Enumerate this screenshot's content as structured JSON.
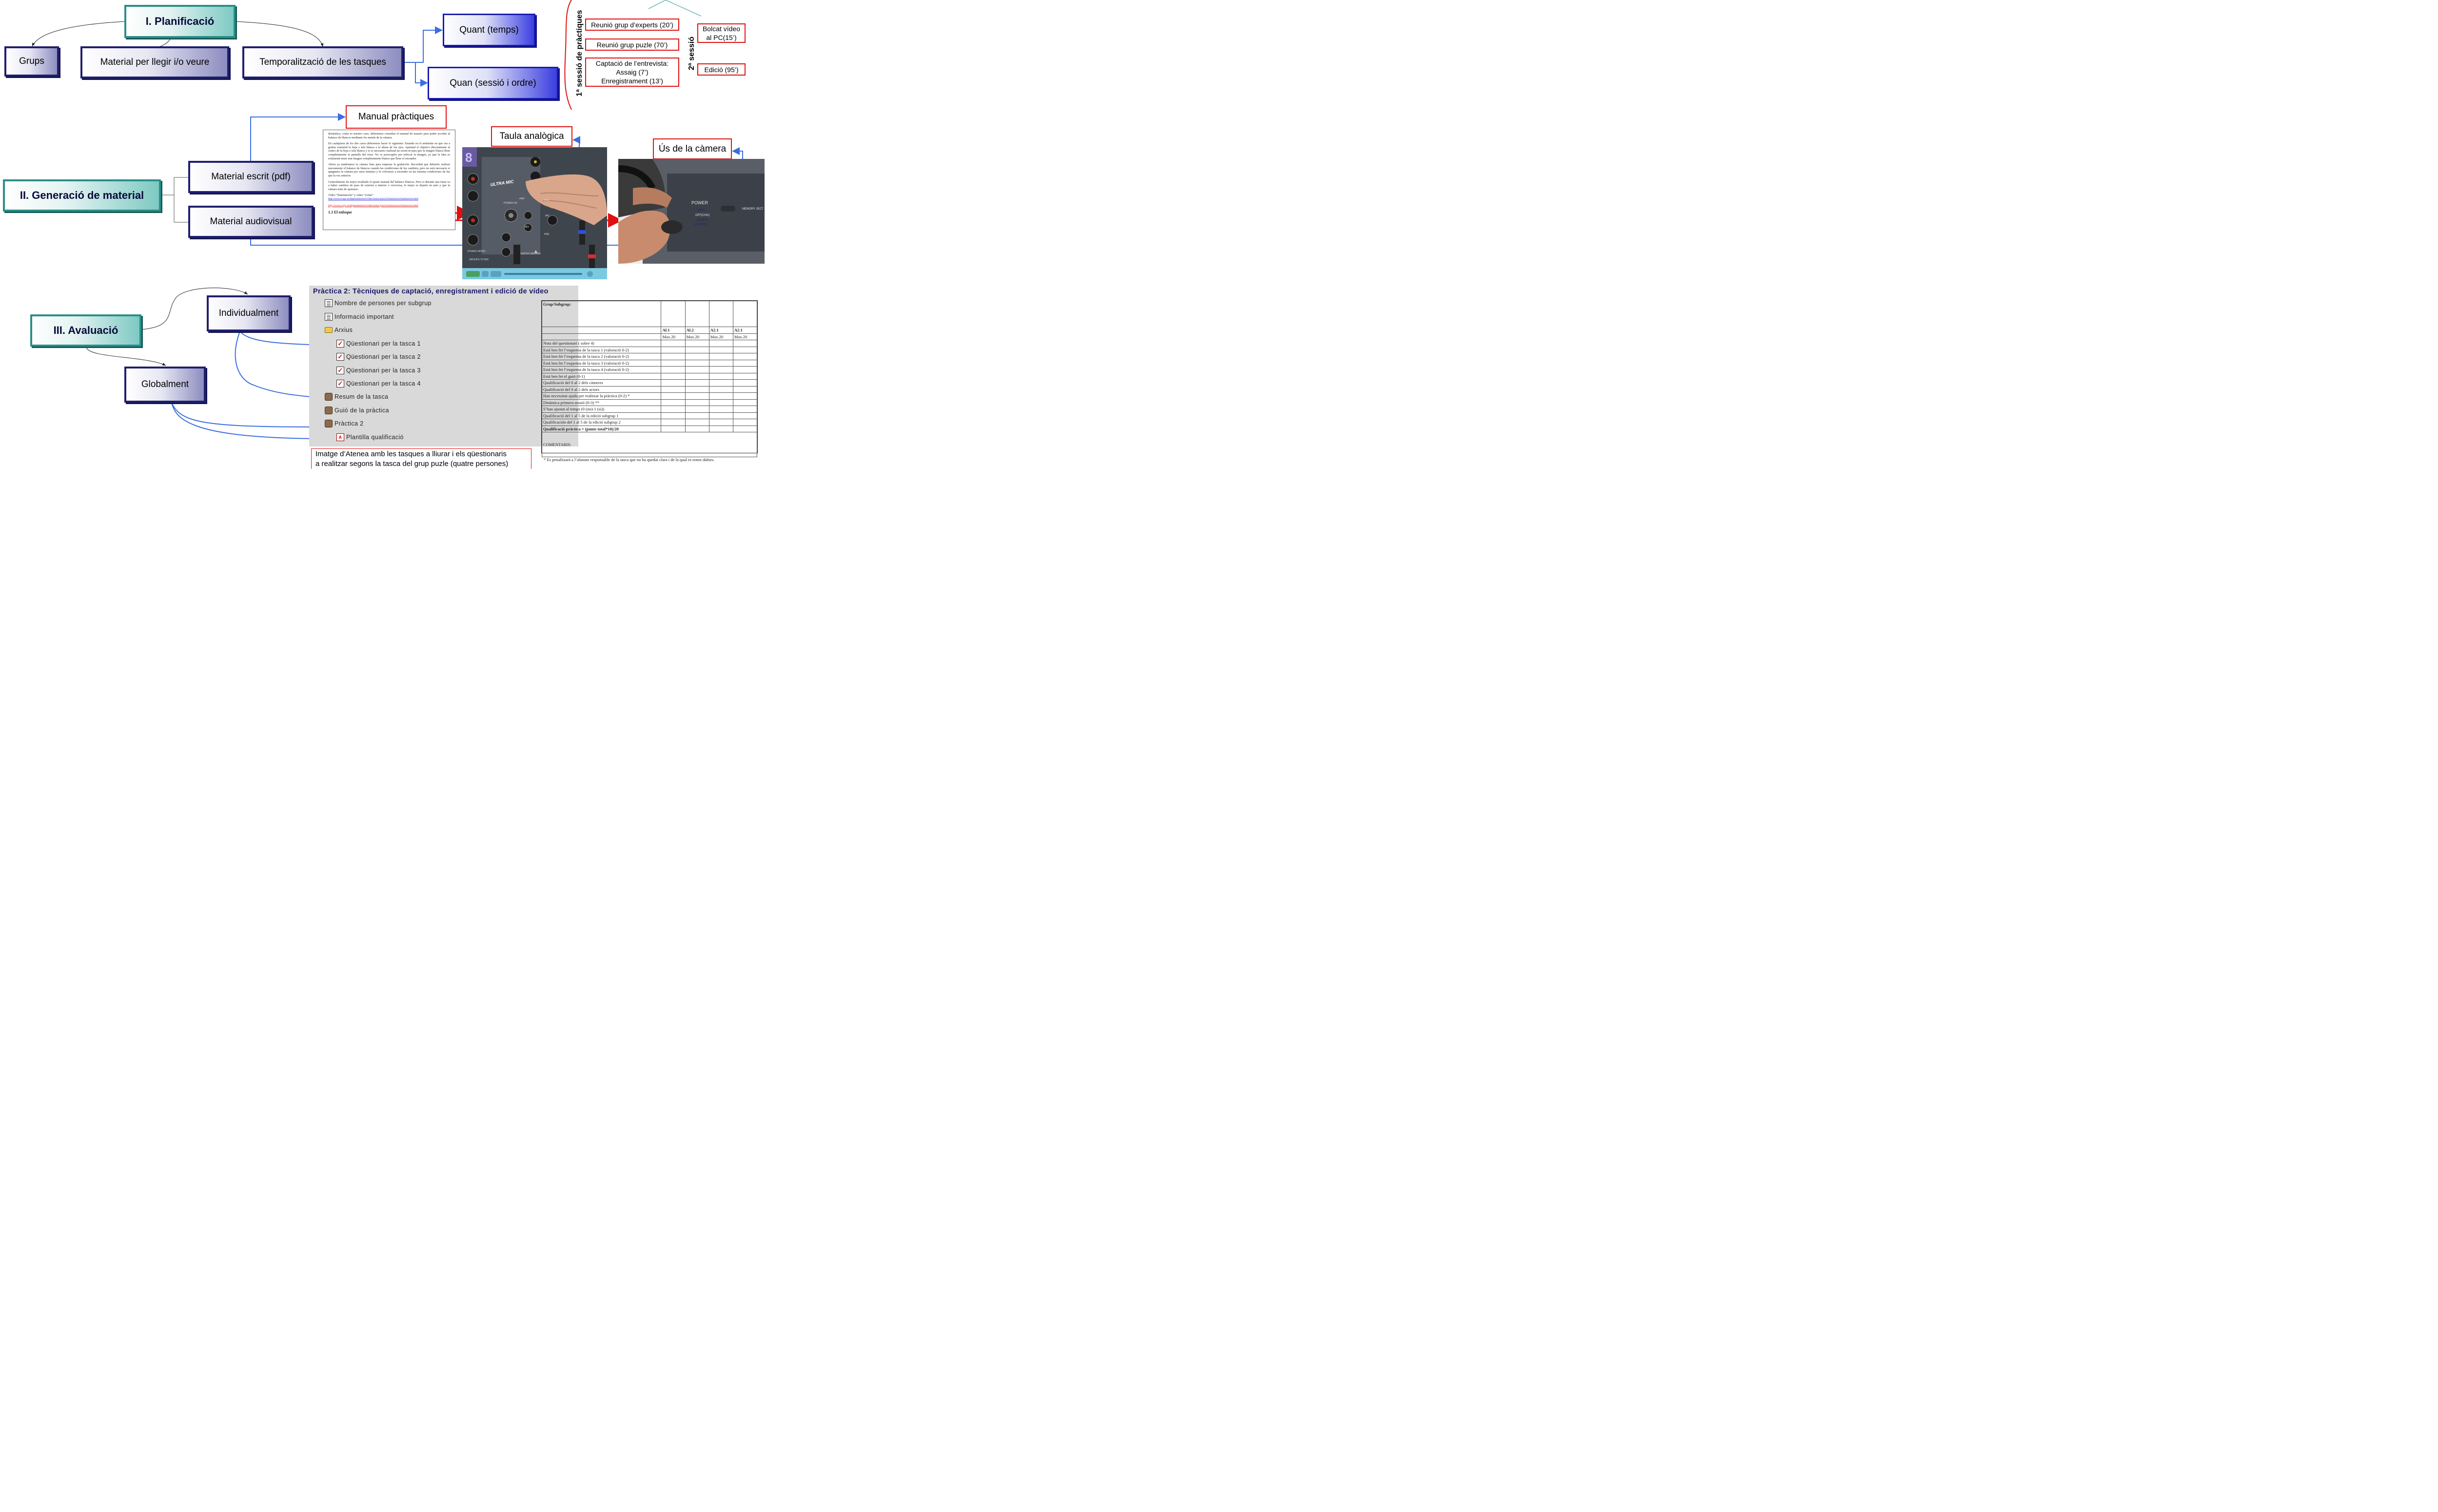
{
  "section1": {
    "title": "I. Planificació",
    "children": [
      "Grups",
      "Material per llegir i/o veure",
      "Temporalització de les tasques"
    ],
    "time_items": [
      "Quant (temps)",
      "Quan (sessió i ordre)"
    ]
  },
  "sessions": {
    "session1_label": "1ª sessió de pràctiques",
    "session2_label": "2ª sessió",
    "session1_items": [
      "Reunió grup d’experts (20’)",
      "Reunió grup puzle (70’)",
      "Captació de l’entrevista:",
      "Assaig (7’)",
      "Enregistrament (13’)"
    ],
    "session2_items": [
      "Bolcat vídeo",
      "al PC(15’)",
      "Edició (95’)"
    ]
  },
  "section2": {
    "title": "II. Generació de material",
    "children": [
      "Material escrit (pdf)",
      "Material audiovisual"
    ],
    "labels": [
      "Manual pràctiques",
      "Taula analògica",
      "Ús de la càmera"
    ],
    "pdf_text": [
      "doméstica, como es nuestro caso, deberemos consultar el manual de usuario para poder acceder al balance de blancos mediante los menús de la cámara.",
      "En cualquiera de los dos casos deberemos hacer lo siguiente: Estando en el ambiente en que vas a grabar sostened la hoja o tela blanca a la altura de los ojos. Apuntad el objetivo directamente al centro de la hoja o tela blanca y si es necesario realizad un zoom-in para que la imagen blanca llene completamente la pantalla del visor. No os preocupéis por enfocar la imagen, ya que la idea es solamente tener una imagen completamente blanca que llene el encuadre.",
      "Ahora ya tendríamos la cámara lista para empezar la grabación. Recordad que deberéis realizar nuevamente el balance de blancos cuando las condiciones de luz cambien, pero no será necesario si apagamos la cámara por unos minutos y la volvemos a encender en las mismas condiciones de luz que la vez anterior.",
      "Generalmente da mejor resultado el ajuste manual del balance blancos. Pero si durante una toma va a haber cambios de paso de exterior a interior o viceversa, lo mejor es dejarlo en auto y que la cámara trate de ajustarse.",
      "Video “Iluminación” y video “evitar”",
      "http://www.rt.upc.es/departaments/el/video/aulaw/pract2/iluminacion/iluminacion.html",
      "http://www.rt.upc.es/departaments/el/video/aulaw/pract2/iluminacion/iluminacion.html",
      "1.3 El enfoque"
    ],
    "mixer_texts": [
      "ULTRA MIC",
      "POWER ON",
      "+48V",
      "STEREO MONO",
      "GROUPS TO MIX",
      "MATRIX MASTER",
      "AUX",
      "AFL",
      "PRE",
      "MIX",
      "A"
    ],
    "camera_texts": [
      "POWER",
      "VCR",
      "OFF(CHG)",
      "CAMERA",
      "MEMORY",
      "MEMORY JECT"
    ]
  },
  "section3": {
    "title": "III. Avaluació",
    "children": [
      "Individualment",
      "Globalment"
    ],
    "caption_lines": [
      "Imatge d’Atenea amb les tasques a lliurar i els qüestionaris",
      "a realitzar segons la tasca del grup puzle (quatre persones)"
    ],
    "atenea_title": "Pràctica 2: Tècniques de captació, enregistrament i edició de vídeo",
    "atenea_items": [
      "Nombre de persones per subgrup",
      "Informació important",
      "Arxius",
      "Qüestionari per la tasca 1",
      "Qüestionari per la tasca 2",
      "Qüestionari per la tasca 3",
      "Qüestionari per la tasca 4",
      "Resum de la tasca",
      "Guió de la pràctica",
      "Pràctica 2",
      "Plantilla qualificació"
    ]
  },
  "grade_table": {
    "header": "Grup/Subgrup:",
    "cols": [
      "Al.1",
      "Al.2",
      "A2.1",
      "A2.1"
    ],
    "maxes": [
      "Max.20",
      "Max.20",
      "Max.20",
      "Max.20"
    ],
    "rows": [
      "Nota del questionari ( sobre 4)",
      "Està ben fet l’esquema de la tasca 1 (valoració 0-2)",
      "Està ben fet l’esquema de la tasca 2 (valoració 0-2)",
      "Està ben fet l’esquema de la tasca 3 (valoració 0-2)",
      "Està ben fet l’esquema de la tasca 4 (valoració 0-2)",
      "Està ben fet el guió (0-1)",
      "Qualificació del 0 al 2 dels càmeres",
      "Qualificació del 0 al 2 dels actors",
      "Han necessitat ajuda per realitzar la pràctica (0-2) *",
      "Dinàmica primera sessió (0-3) **",
      "S’han ajustat al temps (0 (no)-1 (si))",
      "Qualificació del 1 al 5 de la edició subgrup 1",
      "Qualificación del 1 al 5 de la edició subgrup 2",
      "Qualificació pràctica = (punts total*10)/20"
    ],
    "comments": "COMENTARIS:",
    "footnote": "* Es penalitzarà a l’alumne responsable de la tasca que no ha quedat clara i de la qual es tenen dubtes."
  },
  "colors": {
    "teal": "#2a8f88",
    "navy": "#1f1f6e",
    "blue_arrow": "#3a6fe0",
    "red": "#e01010"
  }
}
